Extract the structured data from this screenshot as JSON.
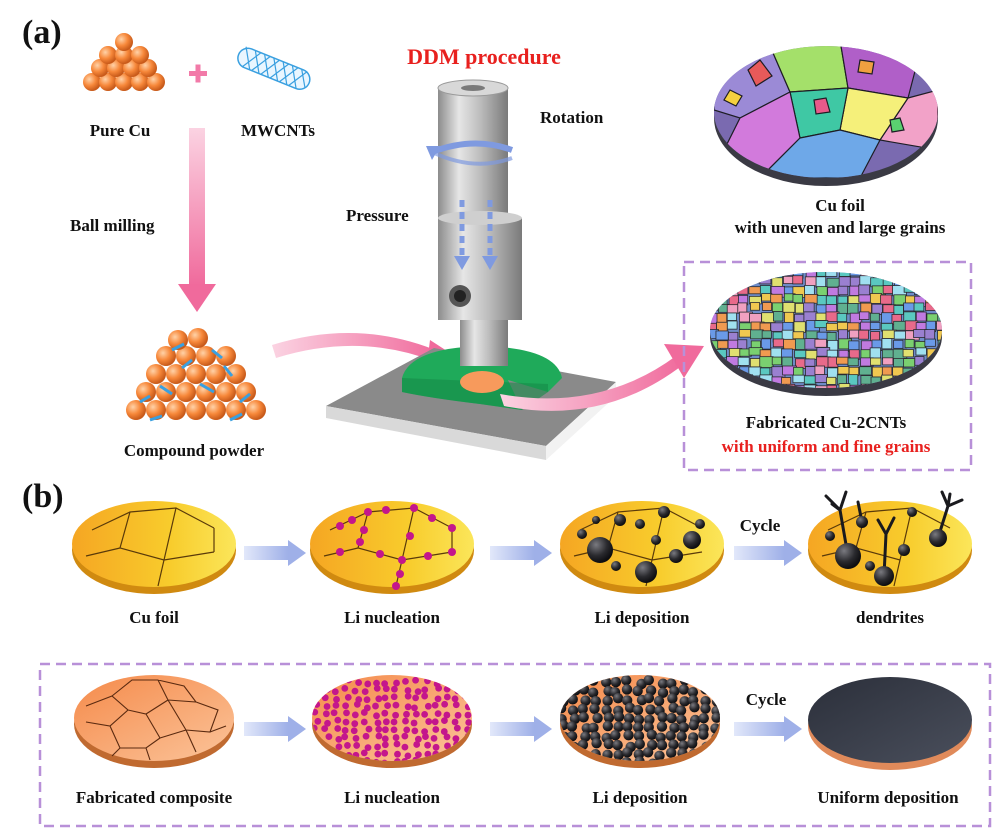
{
  "panel_a": {
    "tag": "(a)",
    "title": "DDM procedure",
    "pure_cu": "Pure Cu",
    "mwcnts": "MWCNTs",
    "ball_milling": "Ball milling",
    "compound_powder": "Compound powder",
    "rotation": "Rotation",
    "pressure": "Pressure",
    "cu_foil_line1": "Cu foil",
    "cu_foil_line2": "with uneven and large grains",
    "fab_line1": "Fabricated Cu-2CNTs",
    "fab_line2": "with uniform and fine grains"
  },
  "panel_b": {
    "tag": "(b)",
    "row1": {
      "steps": [
        "Cu foil",
        "Li nucleation",
        "Li deposition",
        "dendrites"
      ],
      "cycle_label": "Cycle"
    },
    "row2": {
      "steps": [
        "Fabricated composite",
        "Li nucleation",
        "Li deposition",
        "Uniform deposition"
      ],
      "cycle_label": "Cycle"
    }
  },
  "colors": {
    "accent_red": "#e8201e",
    "dashed_box": "#b890d8",
    "arrow_pink": "#f27aa8",
    "arrow_blue": "#a9b6e8",
    "cu_yellow": "#f7c21a",
    "cu_orange": "#f79a5c",
    "li_magenta": "#c4168c",
    "li_black": "#2a2a2e",
    "plate_gray": "#8a8a8a",
    "die_green": "#1faa5a"
  }
}
